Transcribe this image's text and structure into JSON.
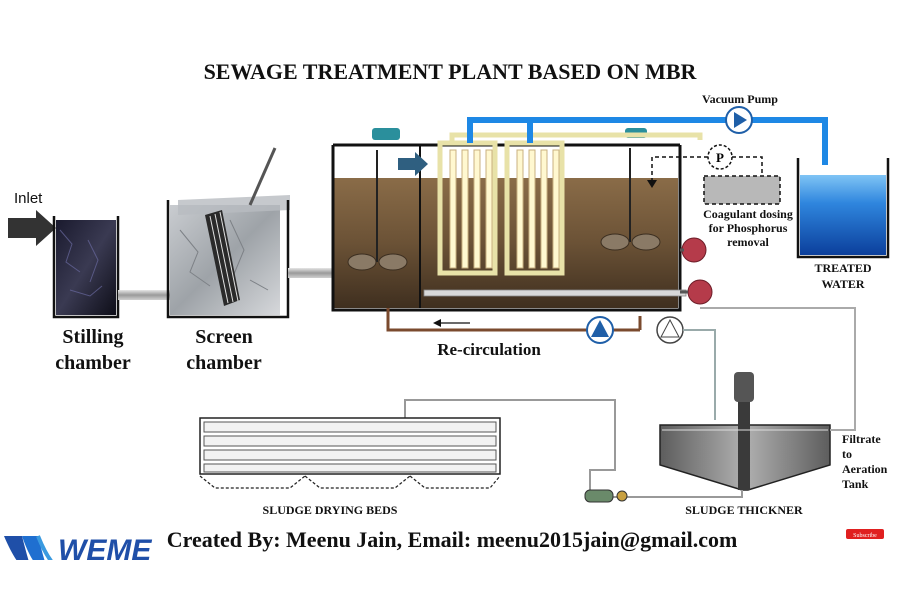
{
  "title": "SEWAGE TREATMENT PLANT BASED ON  MBR",
  "labels": {
    "inlet": "Inlet",
    "stilling_1": "Stilling",
    "stilling_2": "chamber",
    "screen_1": "Screen",
    "screen_2": "chamber",
    "vacuum_pump": "Vacuum Pump",
    "pump_p": "P",
    "coagulant_1": "Coagulant dosing",
    "coagulant_2": "for Phosphorus",
    "coagulant_3": "removal",
    "treated_1": "TREATED",
    "treated_2": "WATER",
    "recirculation": "Re-circulation",
    "filtrate_1": "Filtrate",
    "filtrate_2": "to",
    "filtrate_3": "Aeration",
    "filtrate_4": "Tank",
    "sludge_beds": "SLUDGE DRYING BEDS",
    "sludge_thickener": "SLUDGE THICKNER",
    "subscribe": "Subscribe"
  },
  "footer": "Created By: Meenu Jain, Email: meenu2015jain@gmail.com",
  "logo": {
    "text": "WEME"
  },
  "colors": {
    "clean_pipe": "#1e88e5",
    "membrane_pipe": "#e8e2a8",
    "sludge_pipe": "#7a4a2e",
    "tank_liquid": "#6b5236",
    "pump_blue": "#1f5fa8",
    "pump_red": "#b53b4a",
    "water": "#1e6fd0",
    "logo_blue": "#1f4fa8",
    "logo_red": "#e8392c"
  }
}
